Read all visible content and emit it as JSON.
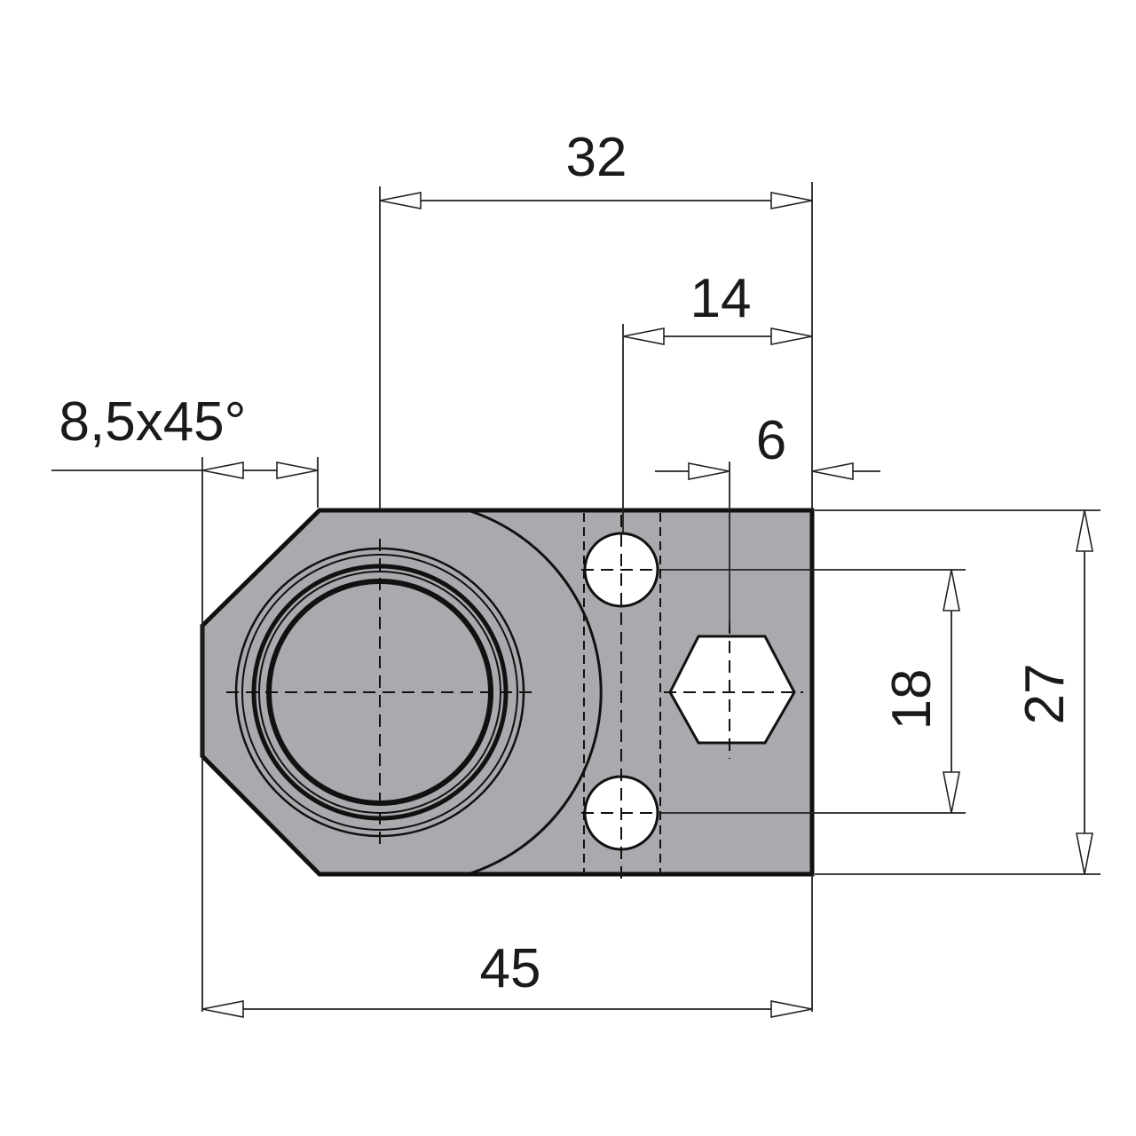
{
  "dimensions": {
    "dim_32": "32",
    "dim_14": "14",
    "dim_chamfer": "8,5x45°",
    "dim_6": "6",
    "dim_18": "18",
    "dim_27": "27",
    "dim_45": "45"
  },
  "colors": {
    "part_fill": "#a8aaad",
    "line": "#111111",
    "background": "#ffffff"
  }
}
